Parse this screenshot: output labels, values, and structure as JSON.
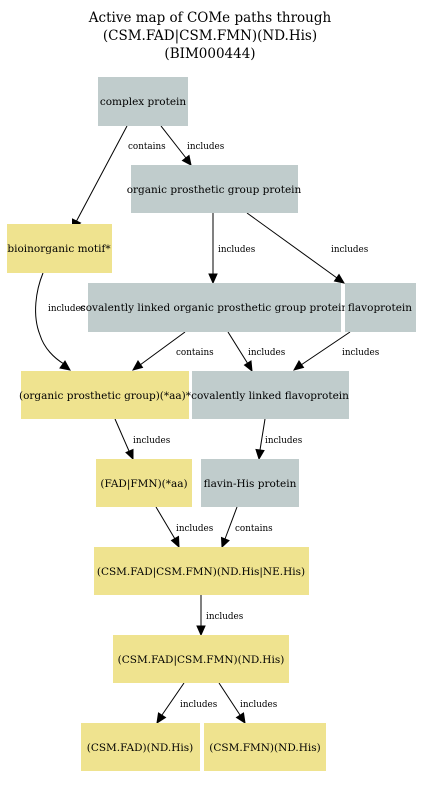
{
  "title": {
    "line1": "Active map of COMe paths through",
    "line2": "(CSM.FAD|CSM.FMN)(ND.His)",
    "line3": "(BIM000444)"
  },
  "colors": {
    "gray_node": "#c0cccc",
    "yellow_node": "#efe38f"
  },
  "nodes": {
    "complex_protein": {
      "label": "complex protein",
      "style": "gray"
    },
    "organic_prosthetic_group_protein": {
      "label": "organic prosthetic group protein",
      "style": "gray"
    },
    "bioinorganic_motif": {
      "label": "bioinorganic motif*",
      "style": "yellow"
    },
    "covalently_linked_organic_prosthetic_group_protein": {
      "label": "covalently linked organic prosthetic group protein",
      "style": "gray"
    },
    "flavoprotein": {
      "label": "flavoprotein",
      "style": "gray"
    },
    "organic_prosthetic_group_aa": {
      "label": "(organic prosthetic group)(*aa)*",
      "style": "yellow"
    },
    "covalently_linked_flavoprotein": {
      "label": "covalently linked flavoprotein",
      "style": "gray"
    },
    "fad_fmn_aa": {
      "label": "(FAD|FMN)(*aa)",
      "style": "yellow"
    },
    "flavin_his_protein": {
      "label": "flavin-His protein",
      "style": "gray"
    },
    "csm_fad_fmn_nd_ne_his": {
      "label": "(CSM.FAD|CSM.FMN)(ND.His|NE.His)",
      "style": "yellow"
    },
    "csm_fad_fmn_nd_his": {
      "label": "(CSM.FAD|CSM.FMN)(ND.His)",
      "style": "yellow"
    },
    "csm_fad_nd_his": {
      "label": "(CSM.FAD)(ND.His)",
      "style": "yellow"
    },
    "csm_fmn_nd_his": {
      "label": "(CSM.FMN)(ND.His)",
      "style": "yellow"
    }
  },
  "edges": {
    "e1": {
      "from": "complex_protein",
      "to": "bioinorganic_motif",
      "label": "contains"
    },
    "e2": {
      "from": "complex_protein",
      "to": "organic_prosthetic_group_protein",
      "label": "includes"
    },
    "e3": {
      "from": "organic_prosthetic_group_protein",
      "to": "covalently_linked_organic_prosthetic_group_protein",
      "label": "includes"
    },
    "e4": {
      "from": "organic_prosthetic_group_protein",
      "to": "flavoprotein",
      "label": "includes"
    },
    "e5": {
      "from": "bioinorganic_motif",
      "to": "organic_prosthetic_group_aa",
      "label": "includes"
    },
    "e6": {
      "from": "covalently_linked_organic_prosthetic_group_protein",
      "to": "organic_prosthetic_group_aa",
      "label": "contains"
    },
    "e7": {
      "from": "covalently_linked_organic_prosthetic_group_protein",
      "to": "covalently_linked_flavoprotein",
      "label": "includes"
    },
    "e8": {
      "from": "flavoprotein",
      "to": "covalently_linked_flavoprotein",
      "label": "includes"
    },
    "e9": {
      "from": "organic_prosthetic_group_aa",
      "to": "fad_fmn_aa",
      "label": "includes"
    },
    "e10": {
      "from": "covalently_linked_flavoprotein",
      "to": "flavin_his_protein",
      "label": "includes"
    },
    "e11": {
      "from": "fad_fmn_aa",
      "to": "csm_fad_fmn_nd_ne_his",
      "label": "includes"
    },
    "e12": {
      "from": "flavin_his_protein",
      "to": "csm_fad_fmn_nd_ne_his",
      "label": "contains"
    },
    "e13": {
      "from": "csm_fad_fmn_nd_ne_his",
      "to": "csm_fad_fmn_nd_his",
      "label": "includes"
    },
    "e14": {
      "from": "csm_fad_fmn_nd_his",
      "to": "csm_fad_nd_his",
      "label": "includes"
    },
    "e15": {
      "from": "csm_fad_fmn_nd_his",
      "to": "csm_fmn_nd_his",
      "label": "includes"
    }
  }
}
